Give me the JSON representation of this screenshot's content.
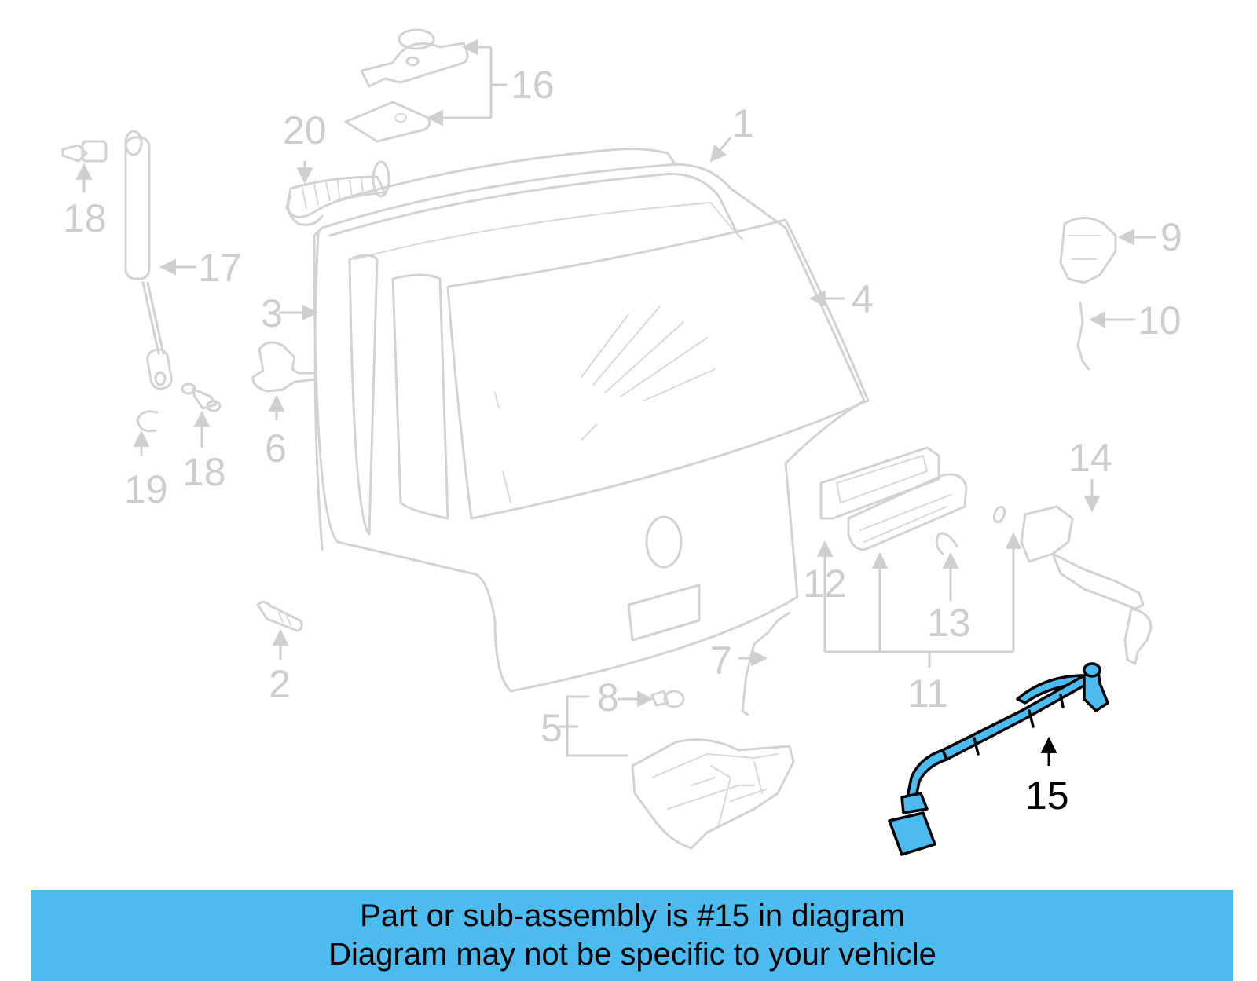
{
  "callouts": {
    "c1": "1",
    "c2": "2",
    "c3": "3",
    "c4": "4",
    "c5": "5",
    "c6": "6",
    "c7": "7",
    "c8": "8",
    "c9": "9",
    "c10": "10",
    "c11": "11",
    "c12": "12",
    "c13": "13",
    "c14": "14",
    "c15": "15",
    "c16": "16",
    "c17": "17",
    "c18a": "18",
    "c18b": "18",
    "c19": "19",
    "c20": "20"
  },
  "highlighted_part": "15",
  "colors": {
    "highlight_fill": "#4bbbf0",
    "banner_bg": "#4bbbf0",
    "ghost_stroke": "#d2d2d2",
    "callout_gray": "#cdcdcd"
  },
  "banner": {
    "line1": "Part or sub-assembly is #15 in diagram",
    "line2": "Diagram may not be specific to your vehicle"
  }
}
